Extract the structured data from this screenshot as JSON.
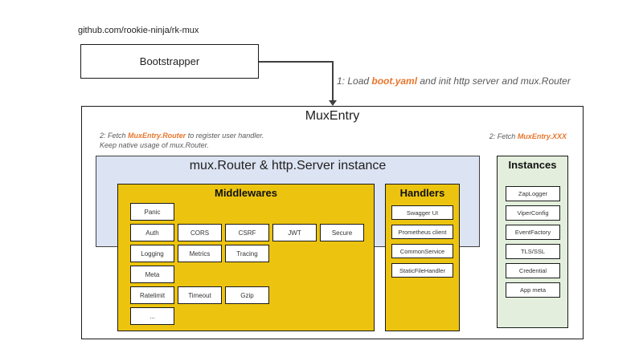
{
  "repo_label": "github.com/rookie-ninja/rk-mux",
  "bootstrapper": {
    "label": "Bootstrapper"
  },
  "arrow_note": {
    "prefix": "1: Load ",
    "highlight": "boot.yaml",
    "suffix": " and init http server and mux.Router"
  },
  "mux_entry": {
    "title": "MuxEntry",
    "note_left": {
      "prefix": "2: Fetch ",
      "highlight": "MuxEntry.Router",
      "suffix": " to register user handler.",
      "line2": "Keep native usage of mux.Router."
    },
    "note_right": {
      "prefix": "2: Fetch ",
      "highlight": "MuxEntry.XXX"
    },
    "router_box": {
      "title": "mux.Router & http.Server instance",
      "middlewares": {
        "title": "Middlewares",
        "rows": [
          [
            "Panic"
          ],
          [
            "Auth",
            "CORS",
            "CSRF",
            "JWT",
            "Secure"
          ],
          [
            "Logging",
            "Metrics",
            "Tracing"
          ],
          [
            "Meta"
          ],
          [
            "Ratelimit",
            "Timeout",
            "Gzip"
          ],
          [
            "..."
          ]
        ]
      },
      "handlers": {
        "title": "Handlers",
        "items": [
          "Swagger UI",
          "Prometheus client",
          "CommonService",
          "StaticFileHandler"
        ]
      }
    },
    "instances": {
      "title": "Instances",
      "items": [
        "ZapLogger",
        "ViperConfig",
        "EventFactory",
        "TLS/SSL",
        "Credential",
        "App meta"
      ]
    }
  },
  "colors": {
    "gold": "#ECC40F",
    "blue": "#DCE3F2",
    "green": "#E3EFDC",
    "orange": "#E8762D",
    "note_gray": "#595959"
  }
}
